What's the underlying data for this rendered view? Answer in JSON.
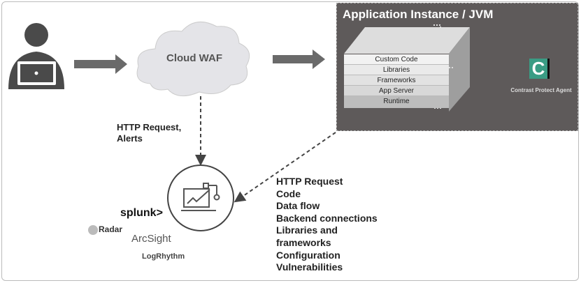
{
  "cloud": {
    "label": "Cloud WAF"
  },
  "jvm": {
    "title": "Application Instance / JVM",
    "layers": [
      "Custom Code",
      "Libraries",
      "Frameworks",
      "App Server",
      "Runtime"
    ],
    "agent_label": "Contrast Protect Agent",
    "agent_letter": "C",
    "agent_color": "#3a9c84"
  },
  "waf_link": {
    "label_line1": "HTTP Request,",
    "label_line2": "Alerts"
  },
  "siem_logos": [
    "splunk>",
    "Radar",
    "ArcSight",
    "LogRhythm"
  ],
  "telemetry": [
    "HTTP Request",
    "Code",
    "Data flow",
    "Backend connections",
    "Libraries and",
    "frameworks",
    "Configuration",
    "Vulnerabilities"
  ]
}
